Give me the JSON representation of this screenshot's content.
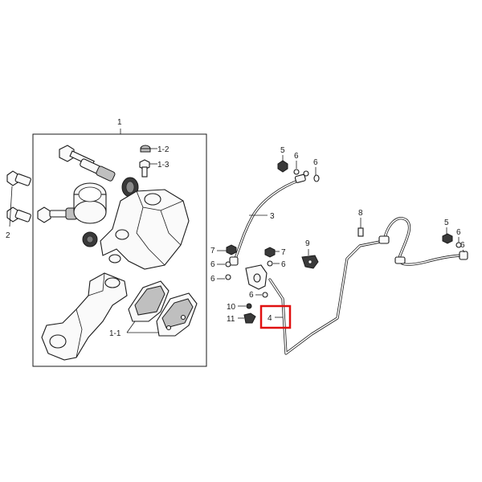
{
  "callouts": {
    "c1": "1",
    "c1_2": "1-2",
    "c1_3": "1-3",
    "c2": "2",
    "c1_1": "1-1",
    "c3": "3",
    "c4": "4",
    "c5a": "5",
    "c5b": "5",
    "c6a": "6",
    "c6b": "6",
    "c6c": "6",
    "c6d": "6",
    "c6e": "6",
    "c6f": "6",
    "c6g": "6",
    "c6h": "6",
    "c7a": "7",
    "c7b": "7",
    "c8": "8",
    "c9": "9",
    "c10": "10",
    "c11": "11"
  },
  "highlight": {
    "target": "4",
    "color": "#e01010"
  }
}
